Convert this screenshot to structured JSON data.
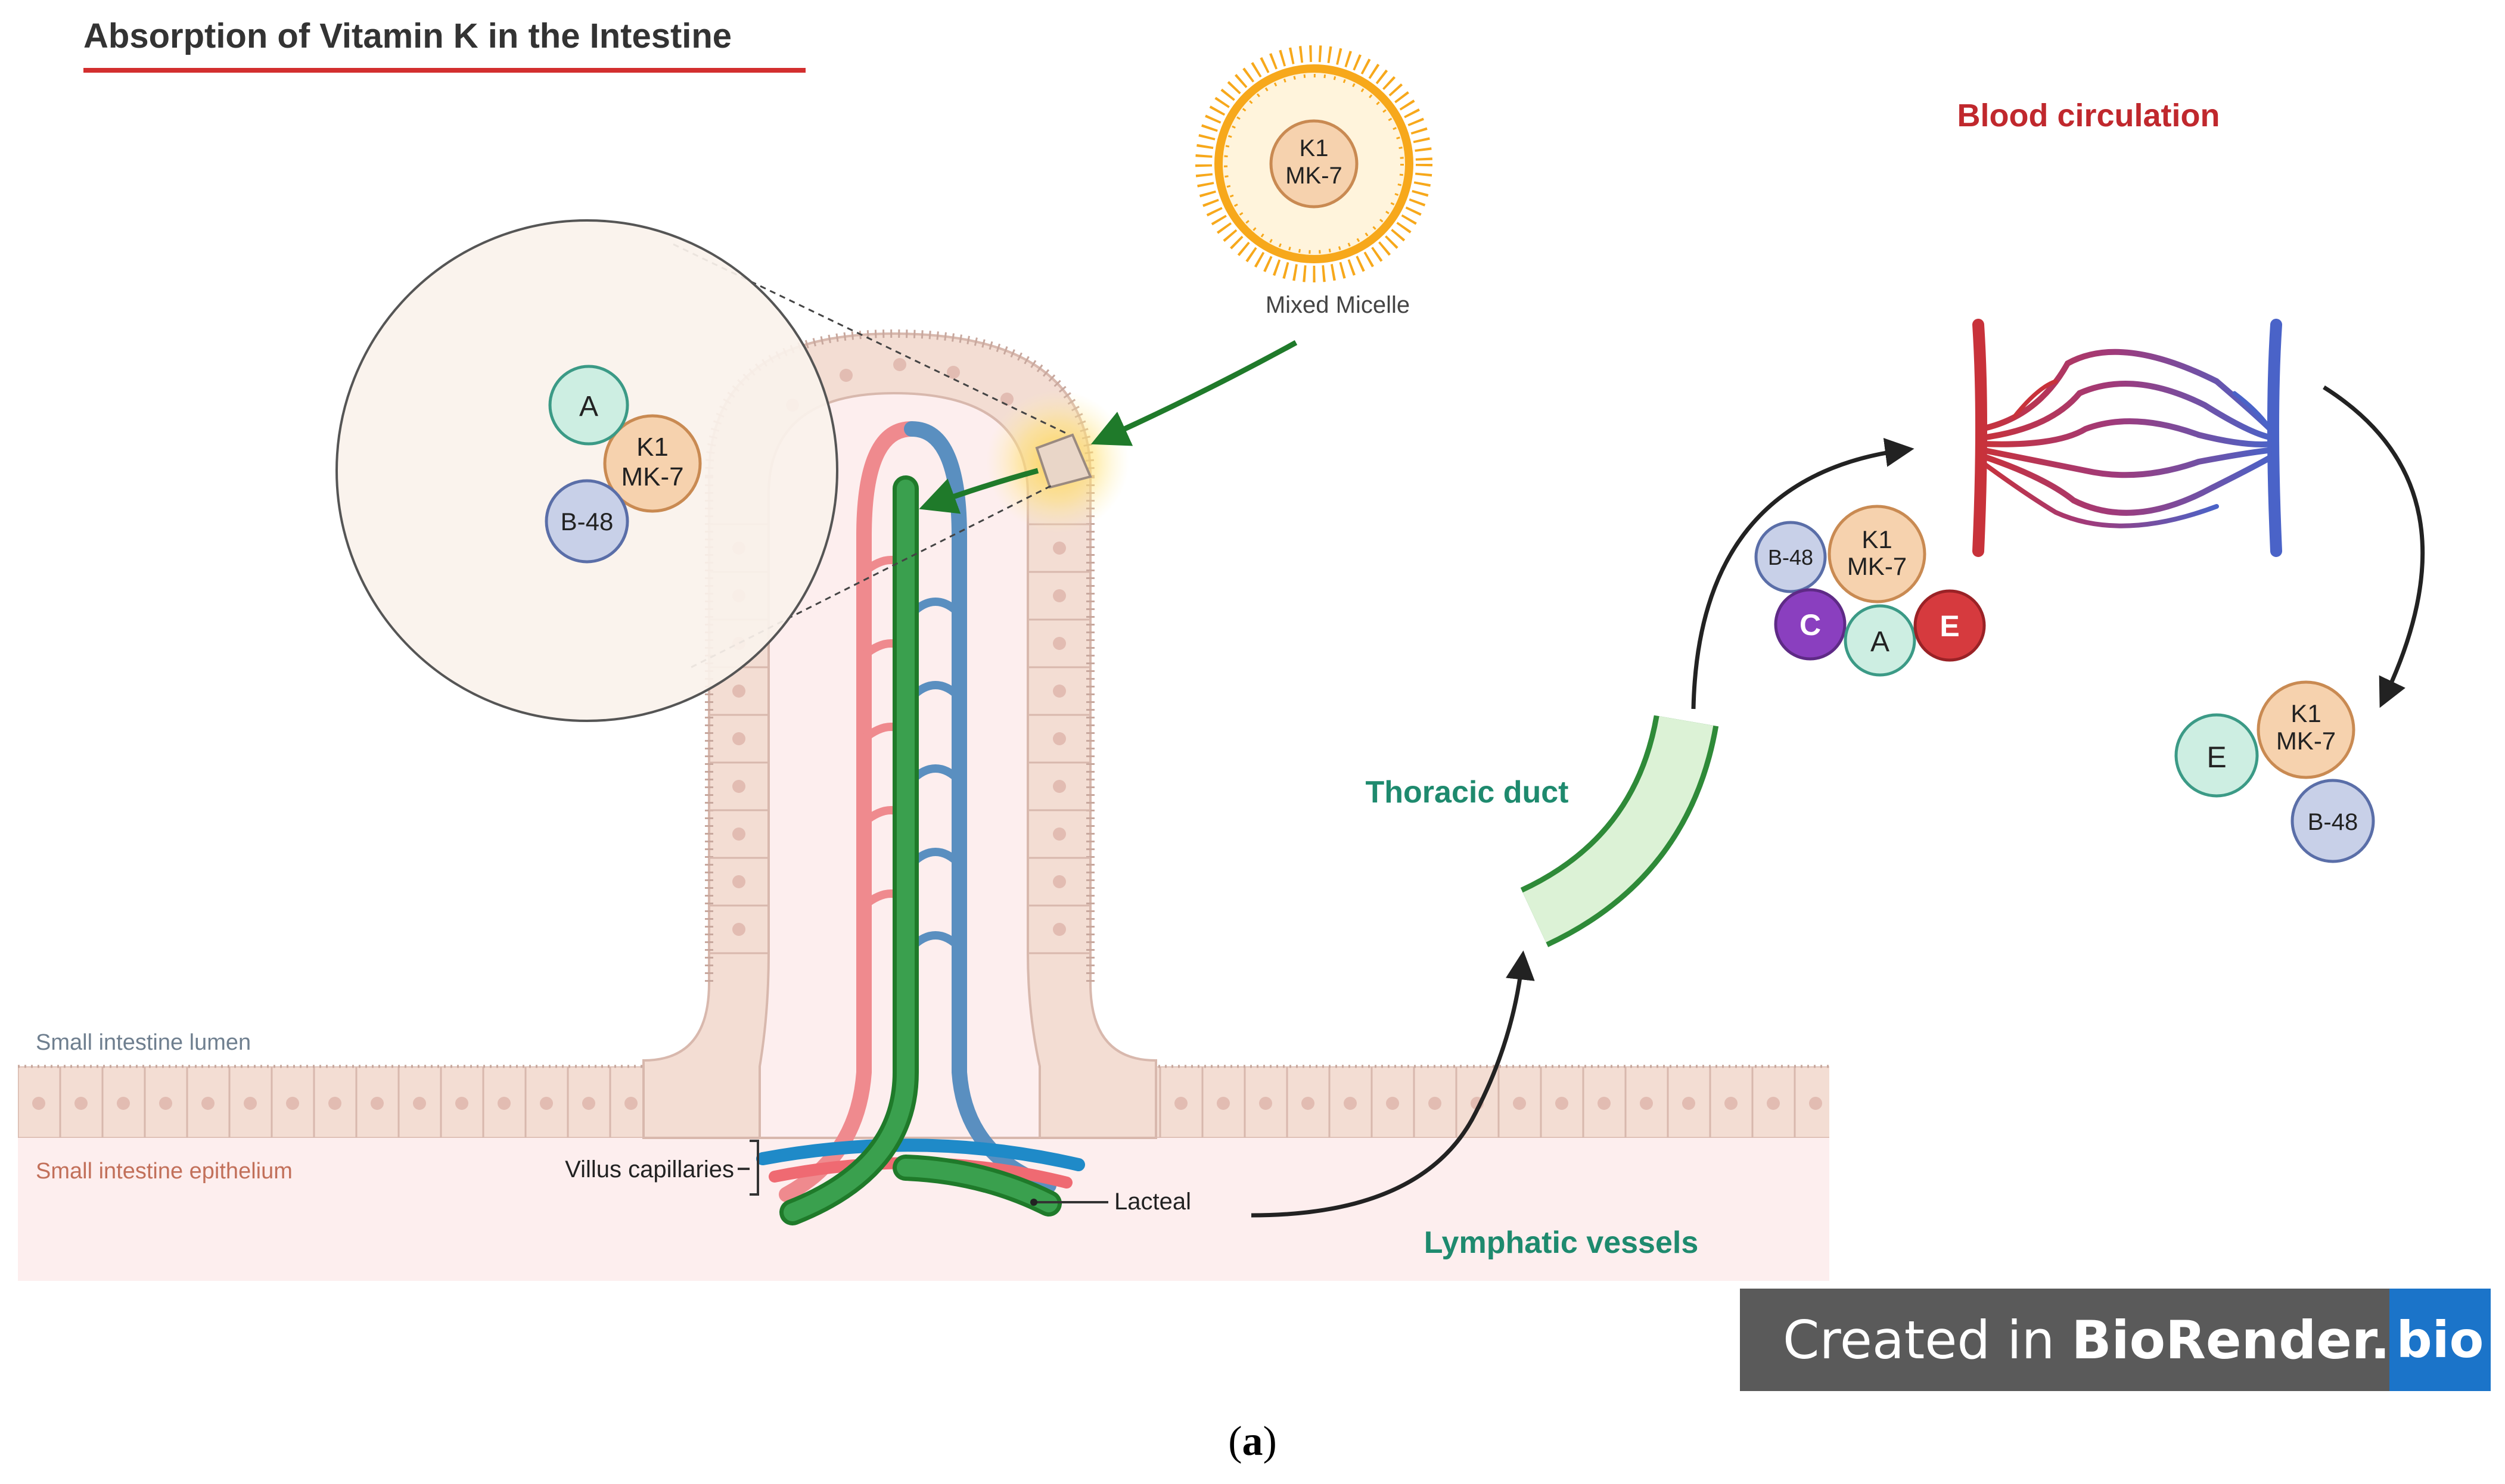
{
  "title": "Absorption of Vitamin K in the Intestine",
  "labels": {
    "blood_circulation": "Blood circulation",
    "mixed_micelle": "Mixed Micelle",
    "thoracic_duct": "Thoracic duct",
    "lymphatic_vessels": "Lymphatic vessels",
    "small_intestine_lumen": "Small intestine lumen",
    "small_intestine_epithelium": "Small intestine epithelium",
    "villus_capillaries": "Villus capillaries",
    "lacteal": "Lacteal"
  },
  "molecules": {
    "k1": "K1",
    "mk7": "MK-7",
    "a": "A",
    "b48": "B-48",
    "c": "C",
    "e": "E"
  },
  "branding": {
    "prefix": "Created in ",
    "name": "BioRender.com",
    "logo": "bio"
  },
  "caption": {
    "open": "(",
    "letter": "a",
    "close": ")"
  },
  "colors": {
    "title_underline": "#d32f2f",
    "blood_label": "#c0282d",
    "lymph_label": "#1e8a6e",
    "artery": "#c8323a",
    "vein": "#4a63c8",
    "lymph": "#2e9a48",
    "apo_a": "#cdeee2",
    "apo_b48": "#c8d0e8",
    "apo_c": "#8a3fbf",
    "apo_e_red": "#d63a3e",
    "vitamin_k": "#f6d2ae",
    "micelle": "#f7a81b",
    "brand_logo": "#1b74c9"
  },
  "icons": [
    "mixed-micelle-icon",
    "capillary-network-icon",
    "thoracic-duct-icon",
    "villus-icon"
  ]
}
